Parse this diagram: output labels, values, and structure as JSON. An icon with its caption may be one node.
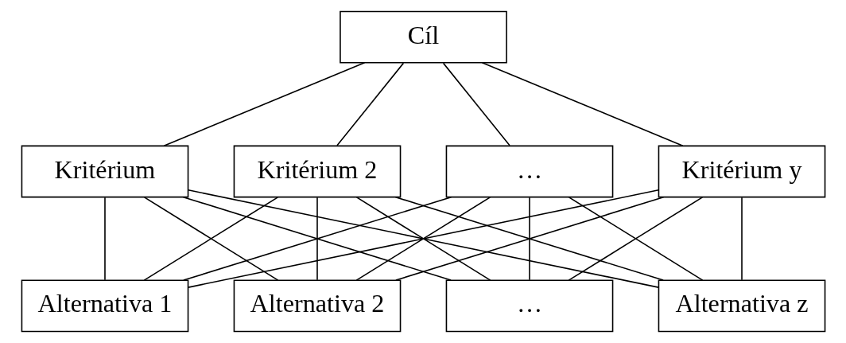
{
  "diagram": {
    "nodes": [
      {
        "text": [
          "Cíl"
        ]
      },
      {
        "text": [
          "Kritérium"
        ]
      },
      {
        "text": [
          "Kritérium 2"
        ]
      },
      {
        "text": [
          "…"
        ]
      },
      {
        "text": [
          "Kritérium y"
        ]
      },
      {
        "text": [
          "Alternativa 1"
        ]
      },
      {
        "text": [
          "Alternativa 2"
        ]
      },
      {
        "text": [
          "…"
        ]
      },
      {
        "text": [
          "Alternativa z"
        ]
      }
    ],
    "edges": [
      {
        "from": 0,
        "to": 1,
        "arrow": "none"
      },
      {
        "from": 0,
        "to": 2,
        "arrow": "none"
      },
      {
        "from": 0,
        "to": 3,
        "arrow": "none"
      },
      {
        "from": 0,
        "to": 4,
        "arrow": "none"
      },
      {
        "from": 1,
        "to": 5,
        "arrow": "none"
      },
      {
        "from": 1,
        "to": 6,
        "arrow": "none"
      },
      {
        "from": 1,
        "to": 7,
        "arrow": "none"
      },
      {
        "from": 1,
        "to": 8,
        "arrow": "none"
      },
      {
        "from": 2,
        "to": 5,
        "arrow": "none"
      },
      {
        "from": 2,
        "to": 6,
        "arrow": "none"
      },
      {
        "from": 2,
        "to": 7,
        "arrow": "none"
      },
      {
        "from": 2,
        "to": 8,
        "arrow": "none"
      },
      {
        "from": 3,
        "to": 5,
        "arrow": "none"
      },
      {
        "from": 3,
        "to": 6,
        "arrow": "none"
      },
      {
        "from": 3,
        "to": 7,
        "arrow": "none"
      },
      {
        "from": 3,
        "to": 8,
        "arrow": "none"
      },
      {
        "from": 4,
        "to": 5,
        "arrow": "none"
      },
      {
        "from": 4,
        "to": 6,
        "arrow": "none"
      },
      {
        "from": 4,
        "to": 7,
        "arrow": "none"
      },
      {
        "from": 4,
        "to": 8,
        "arrow": "none"
      }
    ]
  }
}
